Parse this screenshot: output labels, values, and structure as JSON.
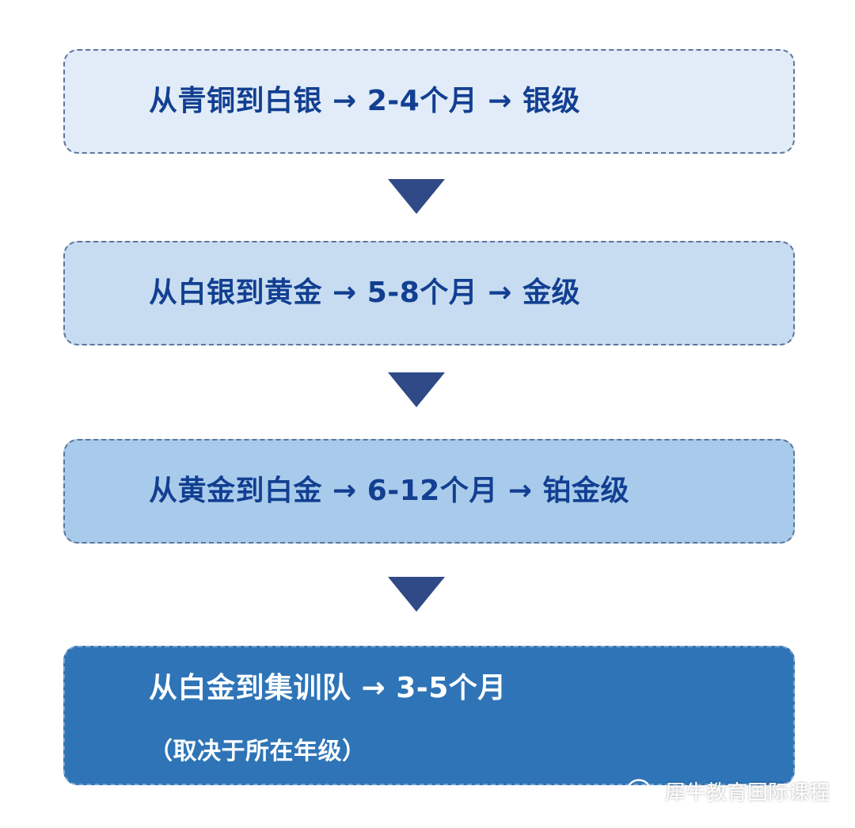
{
  "steps": [
    {
      "text": "从青铜到白银 → 2-4个月 → 银级",
      "fill": "#e1ecf8"
    },
    {
      "text": "从白银到黄金 → 5-8个月 → 金级",
      "fill": "#c7dcf1"
    },
    {
      "text": "从黄金到白金 → 6-12个月 → 铂金级",
      "fill": "#a9cbeb"
    },
    {
      "text": "从白金到集训队 → 3-5个月",
      "note": "（取决于所在年级）",
      "fill": "#2e74b7"
    }
  ],
  "colors": {
    "text_dark": "#123f91",
    "arrow": "#2f4a86",
    "border": "#5d7598"
  },
  "watermark": {
    "icon": "wechat-icon",
    "text": "犀牛教育国际课程"
  }
}
